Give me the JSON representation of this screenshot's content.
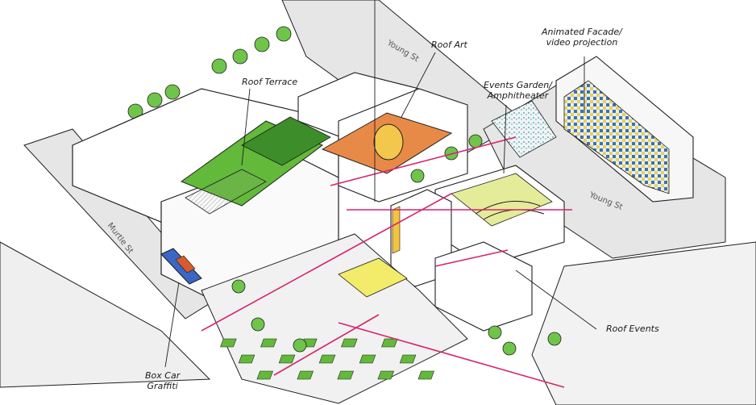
{
  "annotations": {
    "roof_art": "Roof Art",
    "roof_terrace": "Roof Terrace",
    "animated_facade": [
      "Animated Facade/",
      "video projection"
    ],
    "events_garden": [
      "Events Garden/",
      "Amphitheater"
    ],
    "roof_events": "Roof Events",
    "box_car": [
      "Box Car",
      "Graffiti"
    ]
  },
  "streets": {
    "young_st_top": "Young St",
    "young_st_right": "Young St",
    "murtle_st": "Murtle St"
  },
  "colors": {
    "ink": "#1f1f1f",
    "route": "#d6246e",
    "street": "#e6e6e6",
    "grass": "#63b93a",
    "tree": "#6fc44a",
    "plaza": "#f1f1f1"
  }
}
